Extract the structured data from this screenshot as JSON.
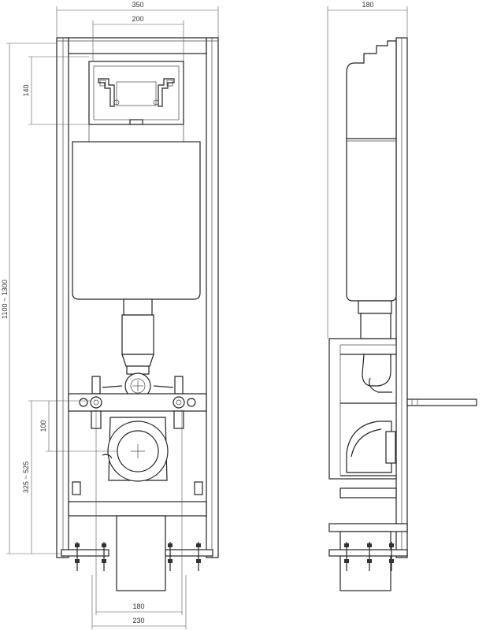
{
  "dimensions": {
    "overall_width": "350",
    "frame_top_width": "200",
    "height_range": "1100 ~ 1300",
    "flush_plate_height": "140",
    "pipe_height_range": "325 ~ 525",
    "pipe_offset": "100",
    "bolt_spacing": "180",
    "bottom_width": "230",
    "side_depth": "180"
  },
  "colors": {
    "line": "#222222",
    "dimension": "#555555",
    "background": "#ffffff"
  }
}
